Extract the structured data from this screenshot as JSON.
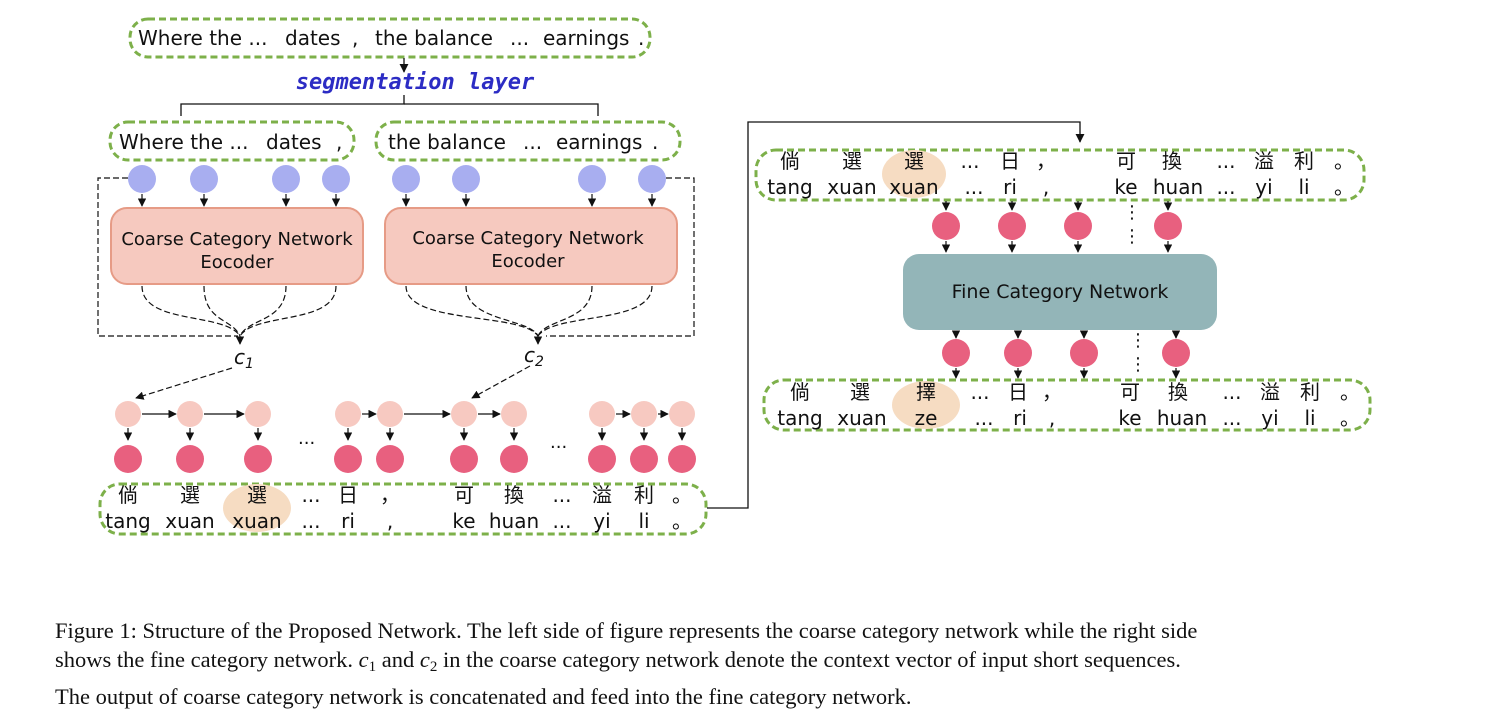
{
  "colors": {
    "dash_border": "#7db04a",
    "input_node": "#a8aef0",
    "coarse_box": "#f6c9bf",
    "coarse_box_border": "#e69b86",
    "fine_box": "#93b5b8",
    "pink_node": "#e8607f",
    "light_node": "#f7c9c1",
    "highlight": "#f6dcc2",
    "seg_label": "#2c2cc4"
  },
  "top": {
    "sentence": [
      "Where the ...",
      "dates",
      ",",
      "the balance",
      "...",
      "earnings",
      "."
    ],
    "seg_label": "segmentation layer"
  },
  "segments": {
    "left": [
      "Where the ...",
      "dates",
      ","
    ],
    "right": [
      "the balance",
      "...",
      "earnings",
      "."
    ]
  },
  "coarse_encoder": {
    "line1": "Coarse Category Network",
    "line2": "Eocoder"
  },
  "context": {
    "c1": {
      "base": "c",
      "sub": "1"
    },
    "c2": {
      "base": "c",
      "sub": "2"
    }
  },
  "ellipsis": "...",
  "chinese_row": [
    "倘",
    "選",
    "選",
    "...",
    "日",
    "，",
    "可",
    "換",
    "...",
    "溢",
    "利",
    "。"
  ],
  "pinyin_row": [
    "tang",
    "xuan",
    "xuan",
    "...",
    "ri",
    ",",
    "ke",
    "huan",
    "...",
    "yi",
    "li",
    "。"
  ],
  "fine_input": {
    "chinese": [
      "倘",
      "選",
      "選",
      "...",
      "日",
      "，",
      "可",
      "換",
      "...",
      "溢",
      "利",
      "。"
    ],
    "pinyin": [
      "tang",
      "xuan",
      "xuan",
      "...",
      "ri",
      ",",
      "ke",
      "huan",
      "...",
      "yi",
      "li",
      "。"
    ]
  },
  "fine_output": {
    "chinese": [
      "倘",
      "選",
      "擇",
      "...",
      "日",
      "，",
      "可",
      "換",
      "...",
      "溢",
      "利",
      "。"
    ],
    "pinyin": [
      "tang",
      "xuan",
      "ze",
      "...",
      "ri",
      ",",
      "ke",
      "huan",
      "...",
      "yi",
      "li",
      "。"
    ]
  },
  "fine_network_label": "Fine Category Network",
  "vdots": "⋮",
  "caption": {
    "p1": "Figure 1: Structure of the Proposed Network. The left side of figure represents the coarse category network while the right side",
    "p2_pre": "shows the fine category network. ",
    "c1_base": "c",
    "c1_sub": "1",
    "and": " and ",
    "c2_base": "c",
    "c2_sub": "2",
    "p2_post": " in the coarse category network denote the context vector of input short sequences.",
    "p3": "The output of coarse category network is concatenated and feed into the fine category network."
  }
}
